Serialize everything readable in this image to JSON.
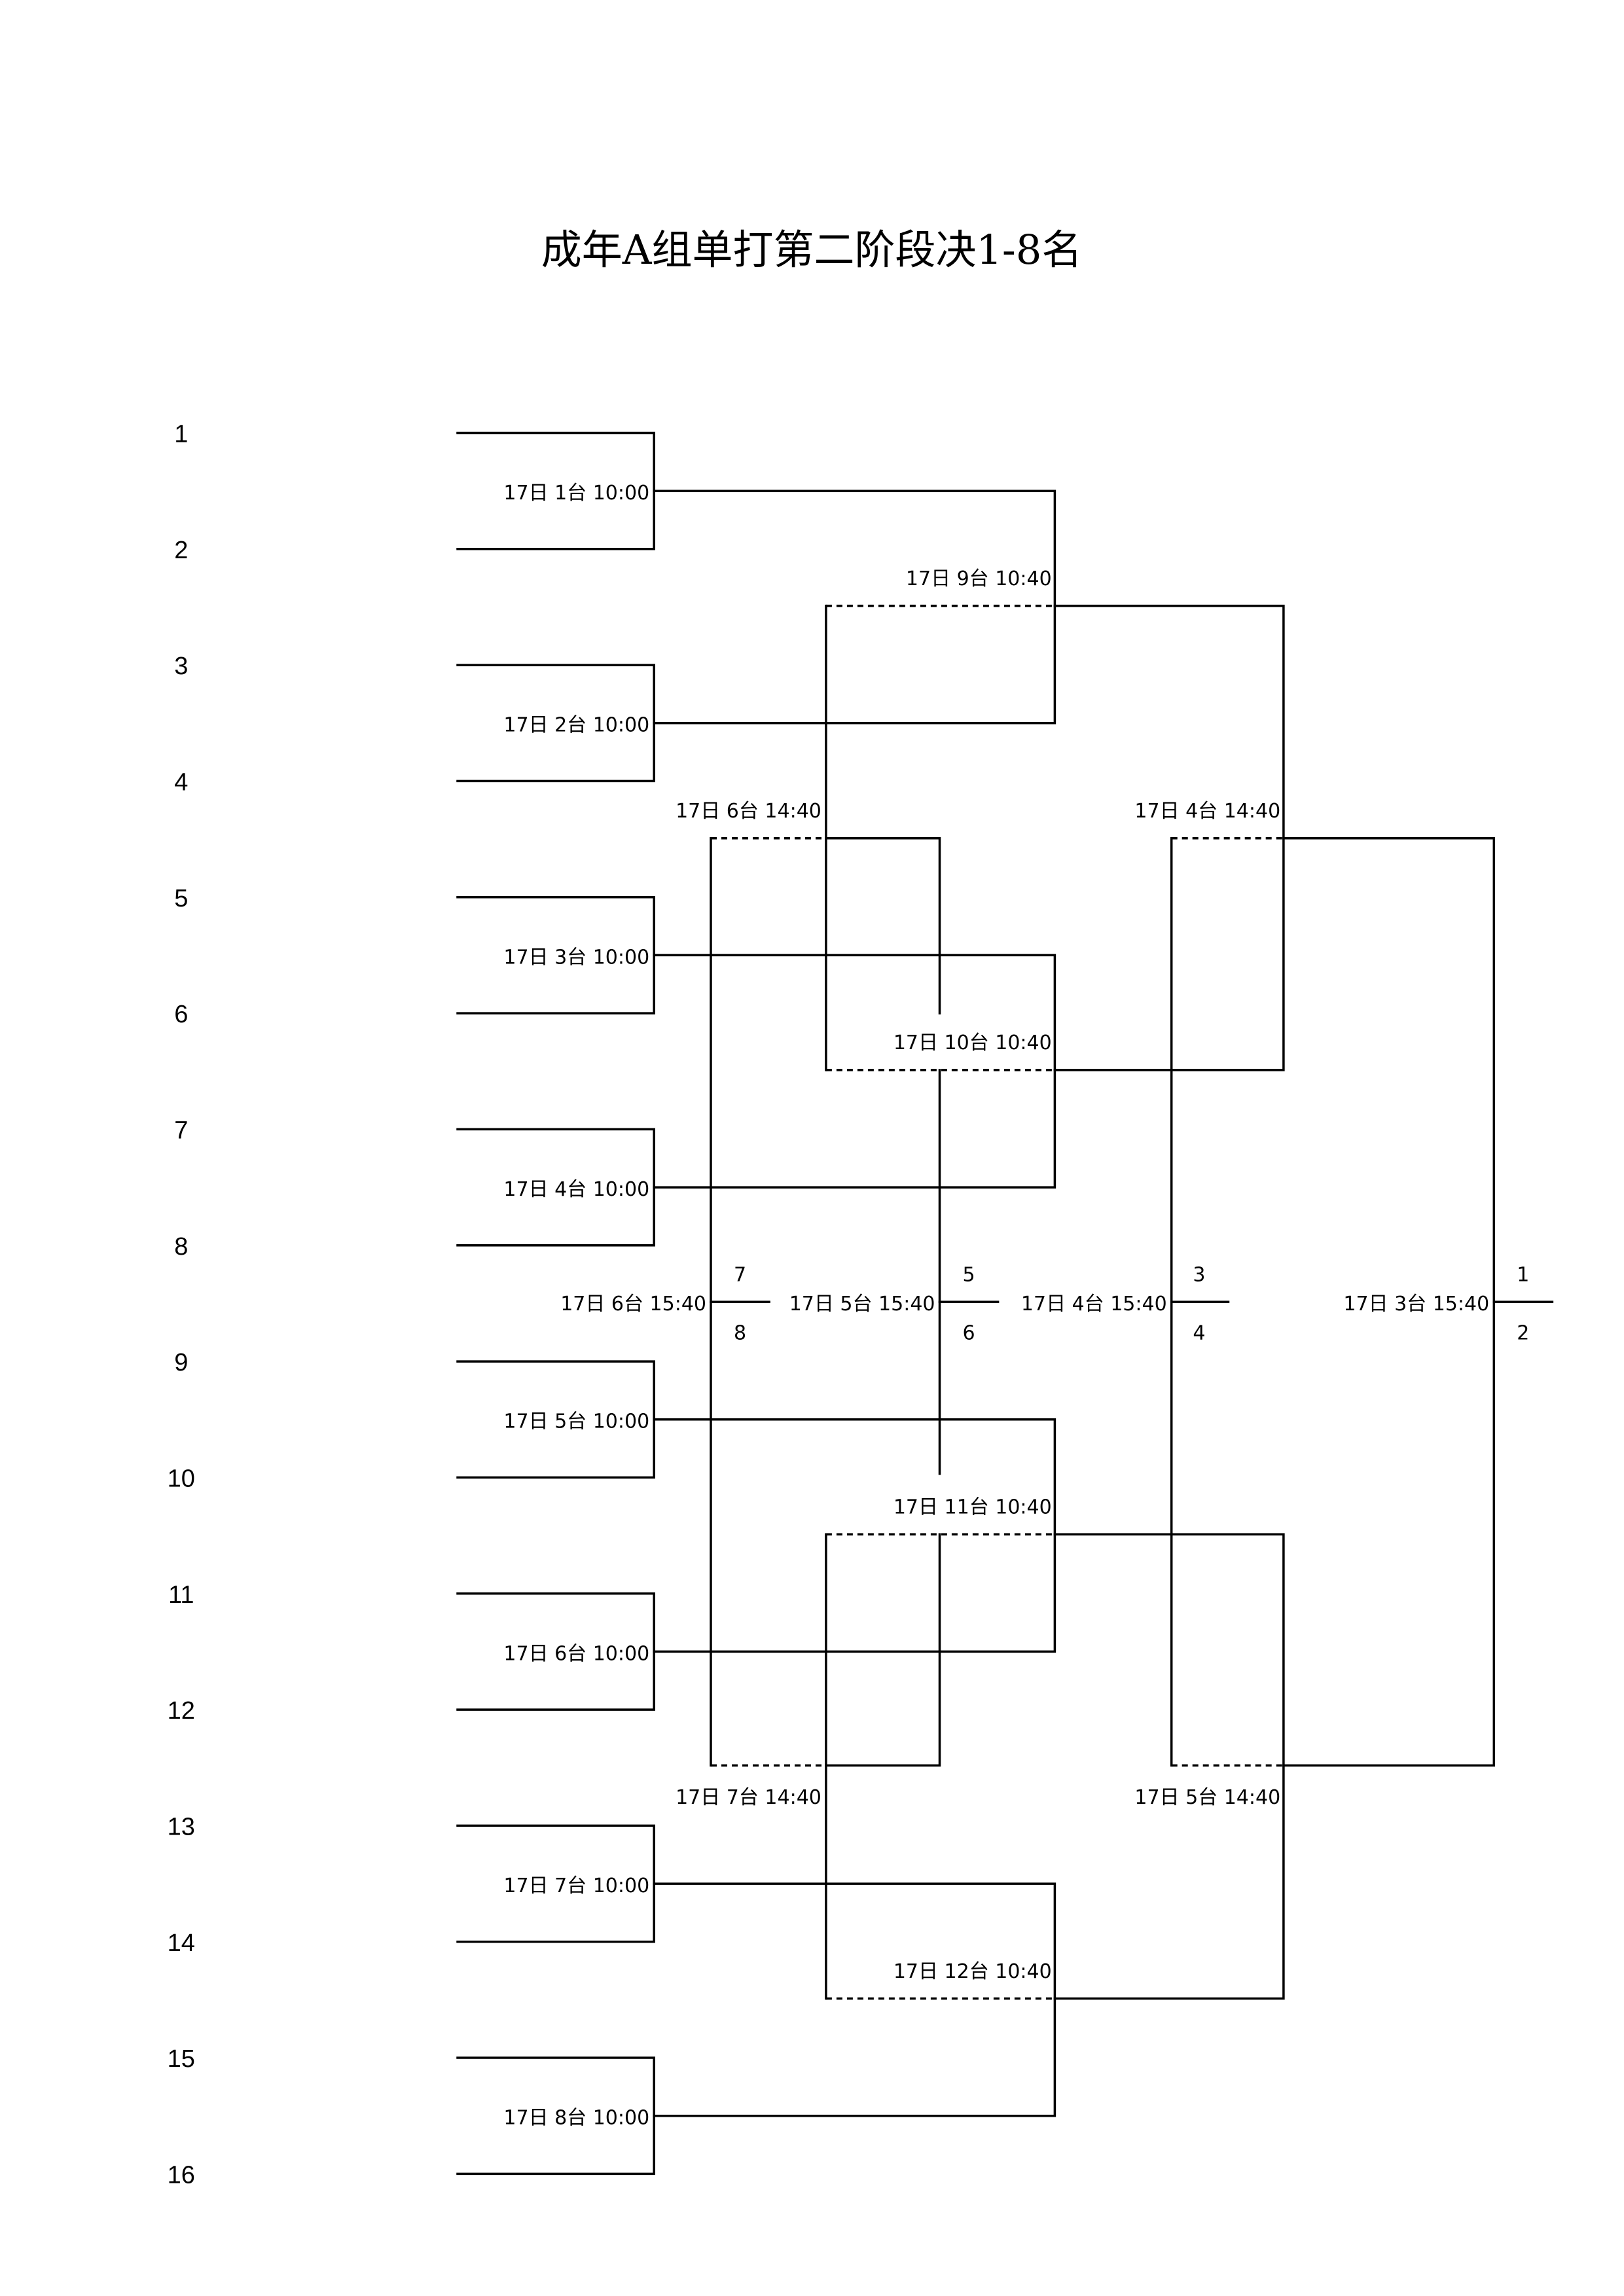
{
  "title": "成年A组单打第二阶段决1-8名",
  "seeds": [
    "1",
    "2",
    "3",
    "4",
    "5",
    "6",
    "7",
    "8",
    "9",
    "10",
    "11",
    "12",
    "13",
    "14",
    "15",
    "16"
  ],
  "round1": [
    "17日 1台 10:00",
    "17日 2台 10:00",
    "17日 3台 10:00",
    "17日 4台 10:00",
    "17日 5台 10:00",
    "17日 6台 10:00",
    "17日 7台 10:00",
    "17日 8台 10:00"
  ],
  "round2": [
    "17日 9台 10:40",
    "17日 10台 10:40",
    "17日 11台 10:40",
    "17日 12台 10:40"
  ],
  "cross": [
    "17日 6台 14:40",
    "17日 7台 14:40",
    "17日 4台 14:40",
    "17日 5台 14:40"
  ],
  "placements": [
    {
      "label": "17日 6台 15:40",
      "top": "7",
      "bottom": "8"
    },
    {
      "label": "17日 5台 15:40",
      "top": "5",
      "bottom": "6"
    },
    {
      "label": "17日 4台 15:40",
      "top": "3",
      "bottom": "4"
    },
    {
      "label": "17日 3台 15:40",
      "top": "1",
      "bottom": "2"
    }
  ],
  "colors": {
    "line": "#000000",
    "background": "#ffffff"
  }
}
